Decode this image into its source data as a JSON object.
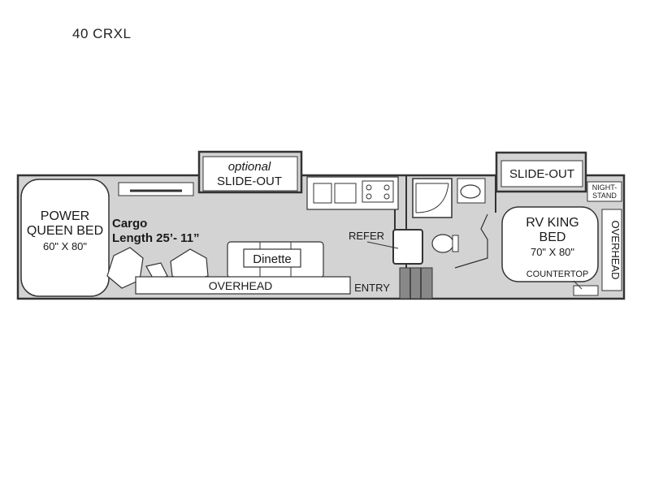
{
  "model": "40 CRXL",
  "labels": {
    "queen_bed_line1": "POWER",
    "queen_bed_line2": "QUEEN BED",
    "queen_bed_size": "60\" X 80\"",
    "cargo_line1": "Cargo",
    "cargo_line2": "Length 25’- 11”",
    "optional": "optional",
    "slide_out_left": "SLIDE-OUT",
    "slide_out_right": "SLIDE-OUT",
    "dinette": "Dinette",
    "overhead_bottom": "OVERHEAD",
    "refer": "REFER",
    "entry": "ENTRY",
    "king_bed_line1": "RV KING",
    "king_bed_line2": "BED",
    "king_bed_size": "70\" X 80\"",
    "countertop": "COUNTERTOP",
    "nightstand_line1": "NIGHT-",
    "nightstand_line2": "STAND",
    "overhead_right": "OVERHEAD"
  },
  "colors": {
    "floor": "#d3d3d3",
    "wall": "#333333",
    "furniture": "#ffffff",
    "text": "#1a1a1a"
  }
}
